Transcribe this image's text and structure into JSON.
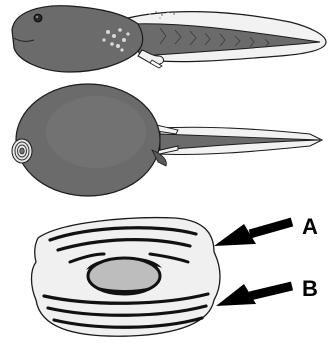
{
  "figure": {
    "panels": [
      {
        "name": "tadpole-side-view"
      },
      {
        "name": "tadpole-ventral-view"
      },
      {
        "name": "oral-disc-close-up"
      }
    ],
    "labels": {
      "a": "A",
      "b": "B"
    },
    "colors": {
      "body": "#6b6b6b",
      "body_dark": "#555555",
      "outline": "#1a1a1a",
      "tail_fin": "#f2f2f2",
      "spots": "#d9d9d9",
      "disc_fill": "#f0f0f0",
      "mouth_inner": "#bdbdbd"
    }
  }
}
